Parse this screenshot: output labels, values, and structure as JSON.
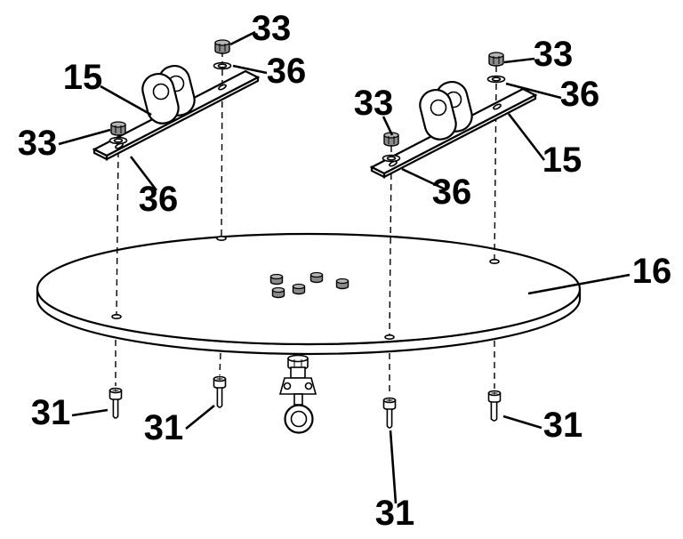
{
  "figure": {
    "type": "exploded-assembly-diagram",
    "background_color": "#ffffff",
    "line_color": "#000000",
    "metal_color": "#8a8a8a"
  },
  "callouts": [
    {
      "text": "33"
    },
    {
      "text": "36"
    },
    {
      "text": "15"
    },
    {
      "text": "33"
    },
    {
      "text": "36"
    },
    {
      "text": "33"
    },
    {
      "text": "33"
    },
    {
      "text": "36"
    },
    {
      "text": "15"
    },
    {
      "text": "36"
    },
    {
      "text": "16"
    },
    {
      "text": "31"
    },
    {
      "text": "31"
    },
    {
      "text": "31"
    },
    {
      "text": "31"
    }
  ]
}
